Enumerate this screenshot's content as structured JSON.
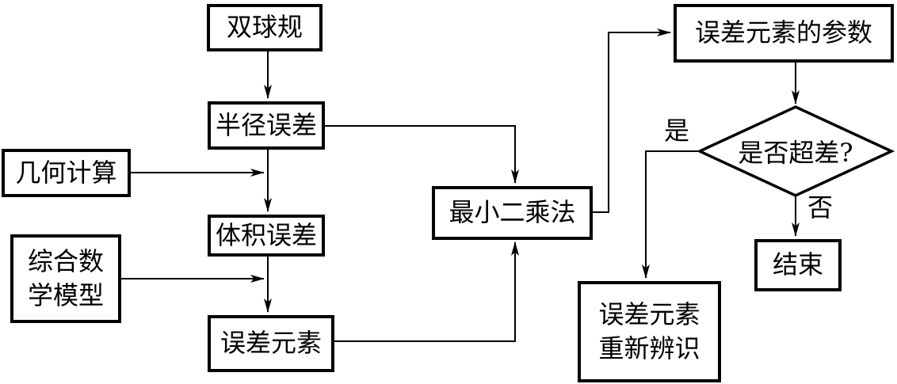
{
  "diagram": {
    "title_hint": "DBB (double ball bar) error identification flowchart",
    "colors": {
      "line": "#000000",
      "background": "#ffffff"
    },
    "nodes": {
      "double_ball_gauge": {
        "label": "双球规"
      },
      "radius_error": {
        "label": "半径误差"
      },
      "geometric_calculation": {
        "label": "几何计算"
      },
      "volume_error": {
        "label": "体积误差"
      },
      "comprehensive_math_model": {
        "line1": "综合数",
        "line2": "学模型"
      },
      "error_elements": {
        "label": "误差元素"
      },
      "least_squares": {
        "label": "最小二乘法"
      },
      "error_element_parameters": {
        "label": "误差元素的参数"
      },
      "tolerance_check": {
        "label": "是否超差?"
      },
      "end": {
        "label": "结束"
      },
      "error_elements_reidentification": {
        "line1": "误差元素",
        "line2": "重新辨识"
      }
    },
    "edge_labels": {
      "yes": "是",
      "no": "否"
    }
  }
}
